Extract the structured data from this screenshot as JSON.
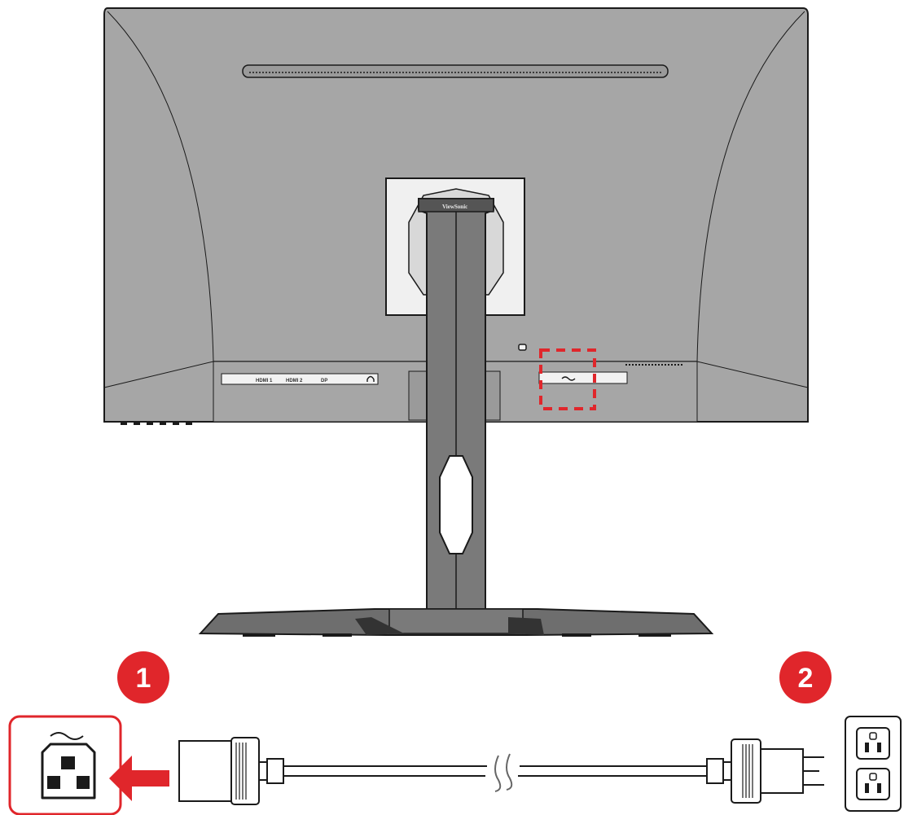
{
  "monitor": {
    "brand": "ViewSonic",
    "ports": [
      "HDMI 1",
      "HDMI 2",
      "DP"
    ]
  },
  "steps": [
    {
      "number": "1"
    },
    {
      "number": "2"
    }
  ],
  "colors": {
    "accent": "#e0262b",
    "body": "#a6a6a6",
    "stand": "#7a7a7a",
    "outline": "#1a1a1a"
  },
  "icons": [
    "headphone-icon",
    "ac-symbol-icon",
    "power-inlet-icon",
    "arrow-left-icon",
    "wall-outlet-icon",
    "cable-break-icon"
  ]
}
